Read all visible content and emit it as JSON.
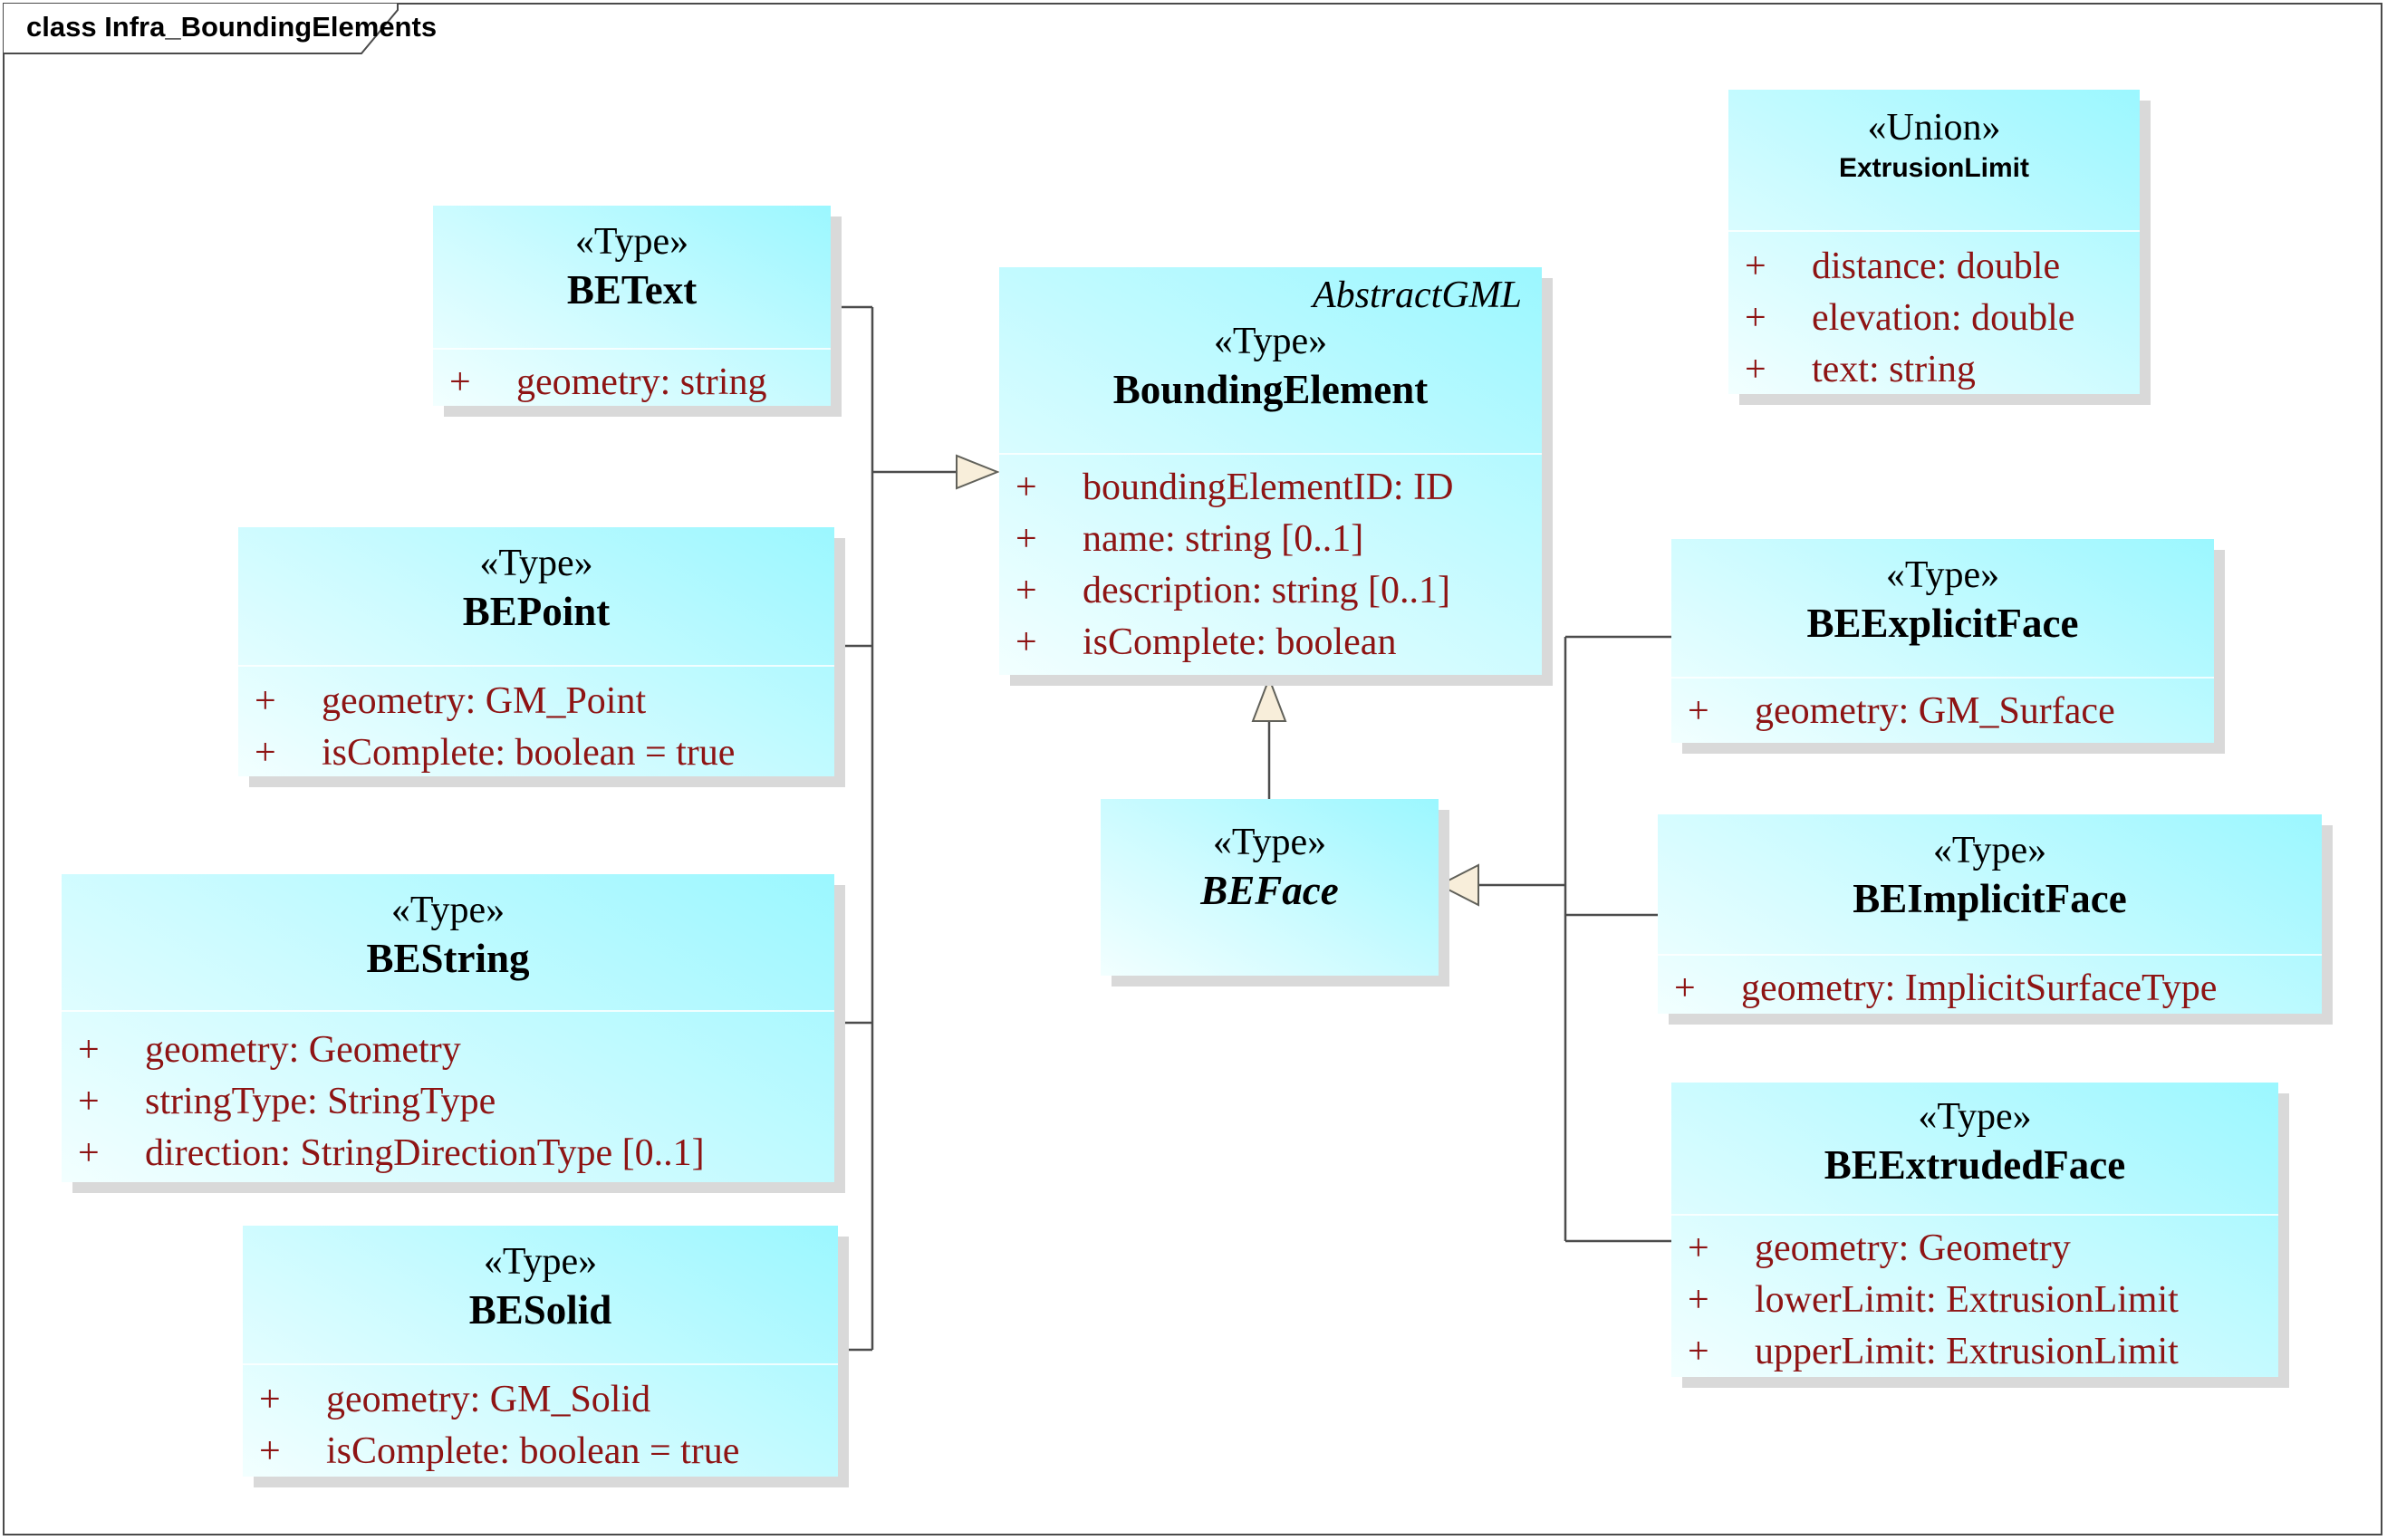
{
  "diagram": {
    "frame_label": "class Infra_BoundingElements",
    "colors": {
      "box_gradient_start": "#f2ffff",
      "box_gradient_end": "#9bf7ff",
      "attribute_text": "#8e1414",
      "name_text": "#000000",
      "connector": "#4c4c4c",
      "triangle_fill": "#f8eeda",
      "shadow": "#d9d9d9"
    }
  },
  "classes": [
    {
      "id": "betext",
      "stereotype": "«Type»",
      "name": "BEText",
      "attributes": [
        {
          "vis": "+",
          "text": "geometry: string"
        }
      ]
    },
    {
      "id": "bepoint",
      "stereotype": "«Type»",
      "name": "BEPoint",
      "attributes": [
        {
          "vis": "+",
          "text": "geometry: GM_Point"
        },
        {
          "vis": "+",
          "text": "isComplete: boolean = true"
        }
      ]
    },
    {
      "id": "bestring",
      "stereotype": "«Type»",
      "name": "BEString",
      "attributes": [
        {
          "vis": "+",
          "text": "geometry: Geometry"
        },
        {
          "vis": "+",
          "text": "stringType: StringType"
        },
        {
          "vis": "+",
          "text": "direction: StringDirectionType [0..1]"
        }
      ]
    },
    {
      "id": "besolid",
      "stereotype": "«Type»",
      "name": "BESolid",
      "attributes": [
        {
          "vis": "+",
          "text": "geometry: GM_Solid"
        },
        {
          "vis": "+",
          "text": "isComplete: boolean = true"
        }
      ]
    },
    {
      "id": "boundingelement",
      "annotation": "AbstractGML",
      "stereotype": "«Type»",
      "name": "BoundingElement",
      "attributes": [
        {
          "vis": "+",
          "text": "boundingElementID: ID"
        },
        {
          "vis": "+",
          "text": "name: string [0..1]"
        },
        {
          "vis": "+",
          "text": "description: string [0..1]"
        },
        {
          "vis": "+",
          "text": "isComplete: boolean"
        }
      ]
    },
    {
      "id": "beface",
      "stereotype": "«Type»",
      "name": "BEFace",
      "abstract": true,
      "attributes": []
    },
    {
      "id": "extrusionlimit",
      "stereotype": "«Union»",
      "name": "ExtrusionLimit",
      "attributes": [
        {
          "vis": "+",
          "text": "distance: double"
        },
        {
          "vis": "+",
          "text": "elevation: double"
        },
        {
          "vis": "+",
          "text": "text: string"
        }
      ]
    },
    {
      "id": "beexplicitface",
      "stereotype": "«Type»",
      "name": "BEExplicitFace",
      "attributes": [
        {
          "vis": "+",
          "text": "geometry: GM_Surface"
        }
      ]
    },
    {
      "id": "beimplicitface",
      "stereotype": "«Type»",
      "name": "BEImplicitFace",
      "attributes": [
        {
          "vis": "+",
          "text": "geometry: ImplicitSurfaceType"
        }
      ]
    },
    {
      "id": "beextrudedface",
      "stereotype": "«Type»",
      "name": "BEExtrudedFace",
      "attributes": [
        {
          "vis": "+",
          "text": "geometry: Geometry"
        },
        {
          "vis": "+",
          "text": "lowerLimit: ExtrusionLimit"
        },
        {
          "vis": "+",
          "text": "upperLimit: ExtrusionLimit"
        }
      ]
    }
  ],
  "relationships": [
    {
      "type": "generalization",
      "from": "BEText",
      "to": "BoundingElement"
    },
    {
      "type": "generalization",
      "from": "BEPoint",
      "to": "BoundingElement"
    },
    {
      "type": "generalization",
      "from": "BEString",
      "to": "BoundingElement"
    },
    {
      "type": "generalization",
      "from": "BESolid",
      "to": "BoundingElement"
    },
    {
      "type": "generalization",
      "from": "BEFace",
      "to": "BoundingElement"
    },
    {
      "type": "generalization",
      "from": "BEExplicitFace",
      "to": "BEFace"
    },
    {
      "type": "generalization",
      "from": "BEImplicitFace",
      "to": "BEFace"
    },
    {
      "type": "generalization",
      "from": "BEExtrudedFace",
      "to": "BEFace"
    }
  ]
}
